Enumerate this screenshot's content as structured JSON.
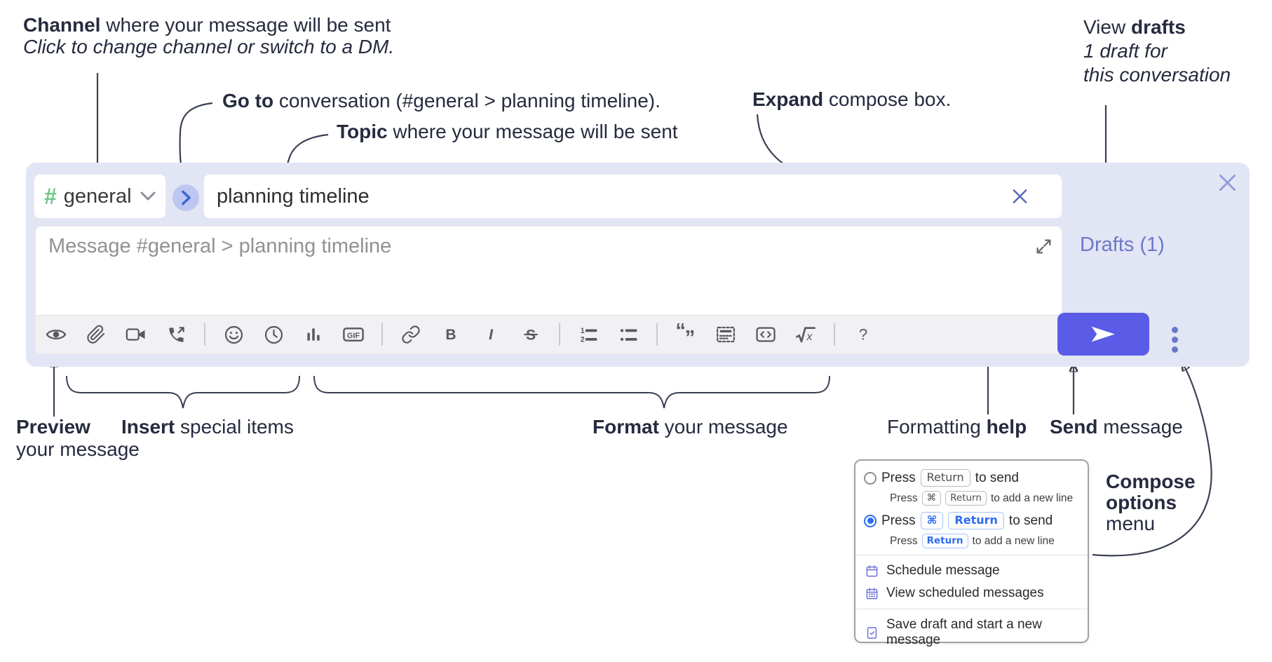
{
  "annotations": {
    "channel": {
      "bold": "Channel",
      "rest": " where your message will be sent",
      "line2": "Click to change channel or switch to a DM."
    },
    "goto": {
      "bold": "Go to",
      "rest": " conversation (#general > planning timeline)."
    },
    "topic": {
      "bold": "Topic",
      "rest": " where your message will be sent"
    },
    "drafts": {
      "line1_pre": "View ",
      "line1_bold": "drafts",
      "line2": "1 draft for",
      "line3": "this conversation"
    },
    "expand": {
      "bold": "Expand",
      "rest": " compose box."
    },
    "preview": {
      "bold": "Preview",
      "line2": "your message"
    },
    "insert": {
      "bold": "Insert",
      "rest": " special items"
    },
    "format": {
      "bold": "Format",
      "rest": " your message"
    },
    "formatting_help": {
      "pre": "Formatting ",
      "bold": "help"
    },
    "send": {
      "bold": "Send",
      "rest": " message"
    },
    "compose_options": {
      "line1": "Compose",
      "line2": "options",
      "line3": "menu"
    }
  },
  "compose": {
    "channel_selector": {
      "hash": "#",
      "label": "general"
    },
    "topic_input": {
      "value": "planning timeline"
    },
    "message_input": {
      "placeholder": "Message #general > planning timeline"
    },
    "drafts_link": "Drafts (1)",
    "toolbar": {
      "icons": [
        "preview-eye",
        "attach-paperclip",
        "video-call",
        "voice-call",
        "emoji-smiley",
        "schedule-clock",
        "poll-chart",
        "gif",
        "link",
        "bold",
        "italic",
        "strikethrough",
        "numbered-list",
        "bulleted-list",
        "quote",
        "spoiler",
        "code",
        "math",
        "help"
      ],
      "gif_label": "GIF",
      "bold_glyph": "B",
      "italic_glyph": "I",
      "strike_glyph": "S",
      "ol_glyph1": "1",
      "ol_glyph2": "2",
      "quote_open": "“",
      "quote_close": "”",
      "math_glyph": "x",
      "help_label": "?"
    }
  },
  "menu": {
    "options": [
      {
        "press": "Press",
        "keys": [
          "Return"
        ],
        "suffix": "to send",
        "sub": {
          "press": "Press",
          "keys": [
            "⌘",
            "Return"
          ],
          "suffix": "to add a new line"
        }
      },
      {
        "press": "Press",
        "keys": [
          "⌘",
          "Return"
        ],
        "suffix": "to send",
        "sub": {
          "press": "Press",
          "keys": [
            "Return"
          ],
          "suffix": "to add a new line"
        }
      }
    ],
    "items": [
      "Schedule message",
      "View scheduled messages",
      "Save draft and start a new message"
    ]
  },
  "colors": {
    "container": "#e2e5f4",
    "accent_send": "#5a5be6",
    "link": "#6c78c8",
    "hash_green": "#6fc687",
    "goto_circle": "#bdc6f0",
    "goto_chevron": "#3f66d4",
    "radio_selected": "#2d6cf0",
    "menu_icon": "#6d6ed6",
    "annotation_text": "#262b3f"
  }
}
